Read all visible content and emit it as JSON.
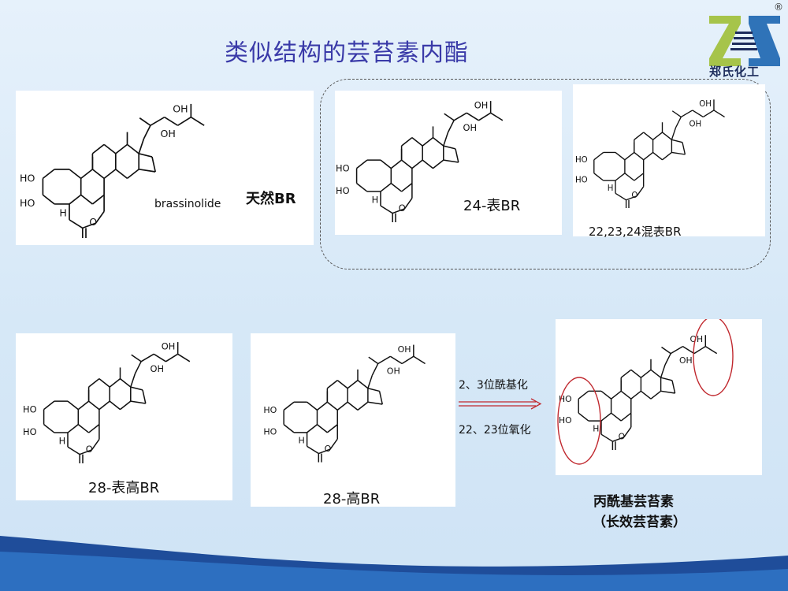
{
  "slide": {
    "title": "类似结构的芸苔素内酯",
    "logo_text": "郑氏化工",
    "logo_mark": "ZS",
    "registered": "®"
  },
  "panels": {
    "natural": {
      "inner_label": "brassinolide",
      "side_label": "天然BR"
    },
    "epi24": {
      "label": "24-表BR"
    },
    "mixed": {
      "label": "22,23,24混表BR"
    },
    "epihomo28": {
      "label": "28-表高BR"
    },
    "homo28": {
      "label": "28-高BR"
    },
    "product": {
      "name": "丙酰基芸苔素",
      "alias": "（长效芸苔素）"
    }
  },
  "reaction": {
    "step1": "2、3位酰基化",
    "step2": "22、23位氧化"
  },
  "atoms": {
    "oh": "OH",
    "ho": "HO",
    "h": "H",
    "o": "O"
  },
  "colors": {
    "title": "#3a3aa8",
    "highlight": "#c0282e",
    "arrow": "#c0282e",
    "footer": "#1f4d9a"
  }
}
